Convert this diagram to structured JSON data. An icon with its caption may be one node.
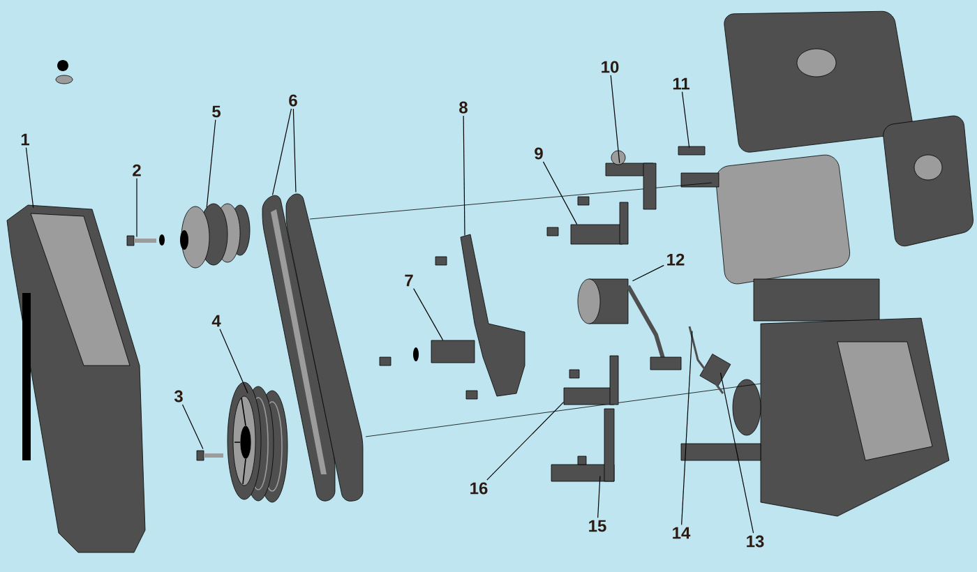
{
  "diagram": {
    "nodes": [
      {
        "text": [
          "1"
        ]
      },
      {
        "text": [
          "2"
        ]
      },
      {
        "text": [
          "3"
        ]
      },
      {
        "text": [
          "4"
        ]
      },
      {
        "text": [
          "5"
        ]
      },
      {
        "text": [
          "6"
        ]
      },
      {
        "text": [
          "7"
        ]
      },
      {
        "text": [
          "8"
        ]
      },
      {
        "text": [
          "9"
        ]
      },
      {
        "text": [
          "10"
        ]
      },
      {
        "text": [
          "11"
        ]
      },
      {
        "text": [
          "12"
        ]
      },
      {
        "text": [
          "13"
        ]
      },
      {
        "text": [
          "14"
        ]
      },
      {
        "text": [
          "15"
        ]
      },
      {
        "text": [
          "16"
        ]
      },
      {
        "text": [],
        "shape": "picture"
      },
      {
        "text": [],
        "shape": "picture"
      },
      {
        "text": [],
        "shape": "picture"
      },
      {
        "text": [],
        "shape": "picture"
      },
      {
        "text": [],
        "shape": "picture"
      },
      {
        "text": [],
        "shape": "picture"
      },
      {
        "text": [],
        "shape": "picture"
      },
      {
        "text": [],
        "shape": "picture"
      },
      {
        "text": [],
        "shape": "picture"
      },
      {
        "text": [],
        "shape": "picture"
      },
      {
        "text": [],
        "shape": "picture"
      },
      {
        "text": [],
        "shape": "bar"
      },
      {
        "text": [],
        "shape": "picture"
      },
      {
        "text": [],
        "shape": "picture"
      },
      {
        "text": [],
        "shape": "picture"
      },
      {
        "text": [],
        "shape": "picture"
      },
      {
        "text": [],
        "shape": "picture"
      }
    ],
    "edges": [
      {
        "from": 0,
        "to": 16,
        "arrow": "none"
      },
      {
        "from": 1,
        "to": 17,
        "arrow": "none"
      },
      {
        "from": 2,
        "to": 18,
        "arrow": "none"
      },
      {
        "from": 3,
        "to": 19,
        "arrow": "none"
      },
      {
        "from": 4,
        "to": 20,
        "arrow": "none"
      },
      {
        "from": 5,
        "to": 21,
        "arrow": "none"
      },
      {
        "from": 5,
        "to": 22,
        "arrow": "none"
      },
      {
        "from": 6,
        "to": 23,
        "arrow": "none"
      },
      {
        "from": 7,
        "to": 24,
        "arrow": "none"
      },
      {
        "from": 8,
        "to": 25,
        "arrow": "none"
      },
      {
        "from": 9,
        "to": 26,
        "arrow": "none"
      },
      {
        "from": 10,
        "to": 27,
        "arrow": "none"
      },
      {
        "from": 11,
        "to": 28,
        "arrow": "none"
      },
      {
        "from": 12,
        "to": 29,
        "arrow": "none"
      },
      {
        "from": 13,
        "to": 30,
        "arrow": "none"
      },
      {
        "from": 14,
        "to": 31,
        "arrow": "none"
      },
      {
        "from": 15,
        "to": 32,
        "arrow": "none"
      }
    ]
  }
}
